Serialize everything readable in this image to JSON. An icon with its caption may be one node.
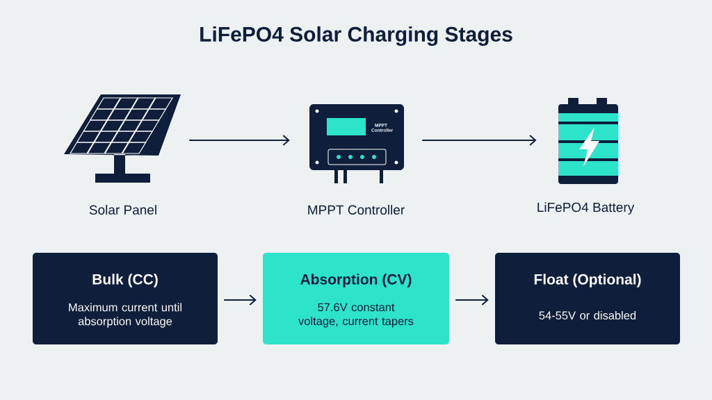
{
  "diagram": {
    "title": "LiFePO4 Solar Charging Stages",
    "nodes": [
      {
        "text": [
          "Solar Panel"
        ]
      },
      {
        "text": [
          "MPPT Controller",
          "MPPT Controller"
        ]
      },
      {
        "text": [
          "LiFePO4 Battery"
        ]
      },
      {
        "text": [
          "Bulk (CC)",
          "Maximum current until absorption voltage"
        ]
      },
      {
        "text": [
          "Absorption (CV)",
          "57.6V constant voltage, current tapers"
        ]
      },
      {
        "text": [
          "Float (Optional)",
          "54-55V or disabled"
        ]
      }
    ],
    "edges": [
      {
        "from": 0,
        "to": 1,
        "arrow": "to"
      },
      {
        "from": 1,
        "to": 2,
        "arrow": "to"
      },
      {
        "from": 3,
        "to": 4,
        "arrow": "to"
      },
      {
        "from": 4,
        "to": 5,
        "arrow": "to"
      }
    ]
  }
}
